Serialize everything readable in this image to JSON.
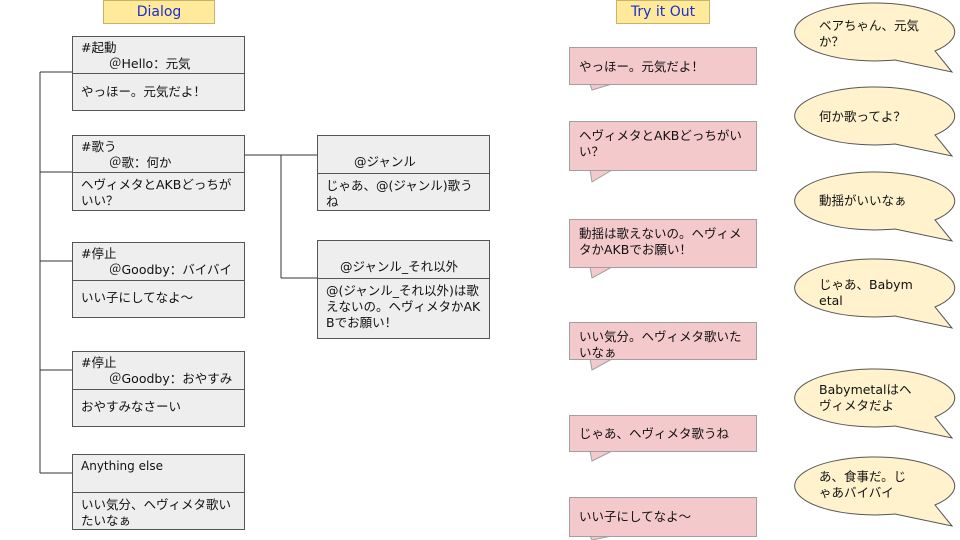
{
  "headers": {
    "dialog": "Dialog",
    "try_it_out": "Try it Out"
  },
  "dialog_nodes": [
    {
      "intent": "#起動",
      "condition": "＠Hello：元気",
      "response": "やっほー。元気だよ！"
    },
    {
      "intent": "#歌う",
      "condition": "＠歌：何か",
      "response": "ヘヴィメタとAKBどっちがいい？"
    },
    {
      "intent": "#停止",
      "condition": "＠Goodby：バイバイ",
      "response": "いい子にしてなよ〜"
    },
    {
      "intent": "#停止",
      "condition": "＠Goodby：おやすみ",
      "response": "おやすみなさーい"
    },
    {
      "intent": "Anything else",
      "condition": "",
      "response": "いい気分、ヘヴィメタ歌いたいなぁ"
    }
  ],
  "child_nodes": [
    {
      "condition": "@ジャンル",
      "response": "じゃあ、@(ジャンル)歌うね"
    },
    {
      "condition": "@ジャンル_それ以外",
      "response": "@(ジャンル_それ以外)は歌えないの。ヘヴィメタかAKBでお願い！"
    }
  ],
  "bot_messages": [
    "やっほー。元気だよ！",
    "ヘヴィメタとAKBどっちがいい？",
    "動揺は歌えないの。ヘヴィメタかAKBでお願い！",
    "いい気分。ヘヴィメタ歌いたいなぁ",
    "じゃあ、ヘヴィメタ歌うね",
    "いい子にしてなよ〜"
  ],
  "user_messages": [
    "ベアちゃん、元気か？",
    "何か歌ってよ？",
    "動揺がいいなぁ",
    "じゃあ、Babymetal",
    "Babymetalはヘヴィメタだよ",
    "あ、食事だ。じゃあバイバイ"
  ],
  "colors": {
    "title_fill": "#ffe99a",
    "title_text": "#1a2fd0",
    "node_fill": "#eeeeee",
    "bot_fill": "#f4c9cc",
    "user_fill": "#fff2cc"
  }
}
